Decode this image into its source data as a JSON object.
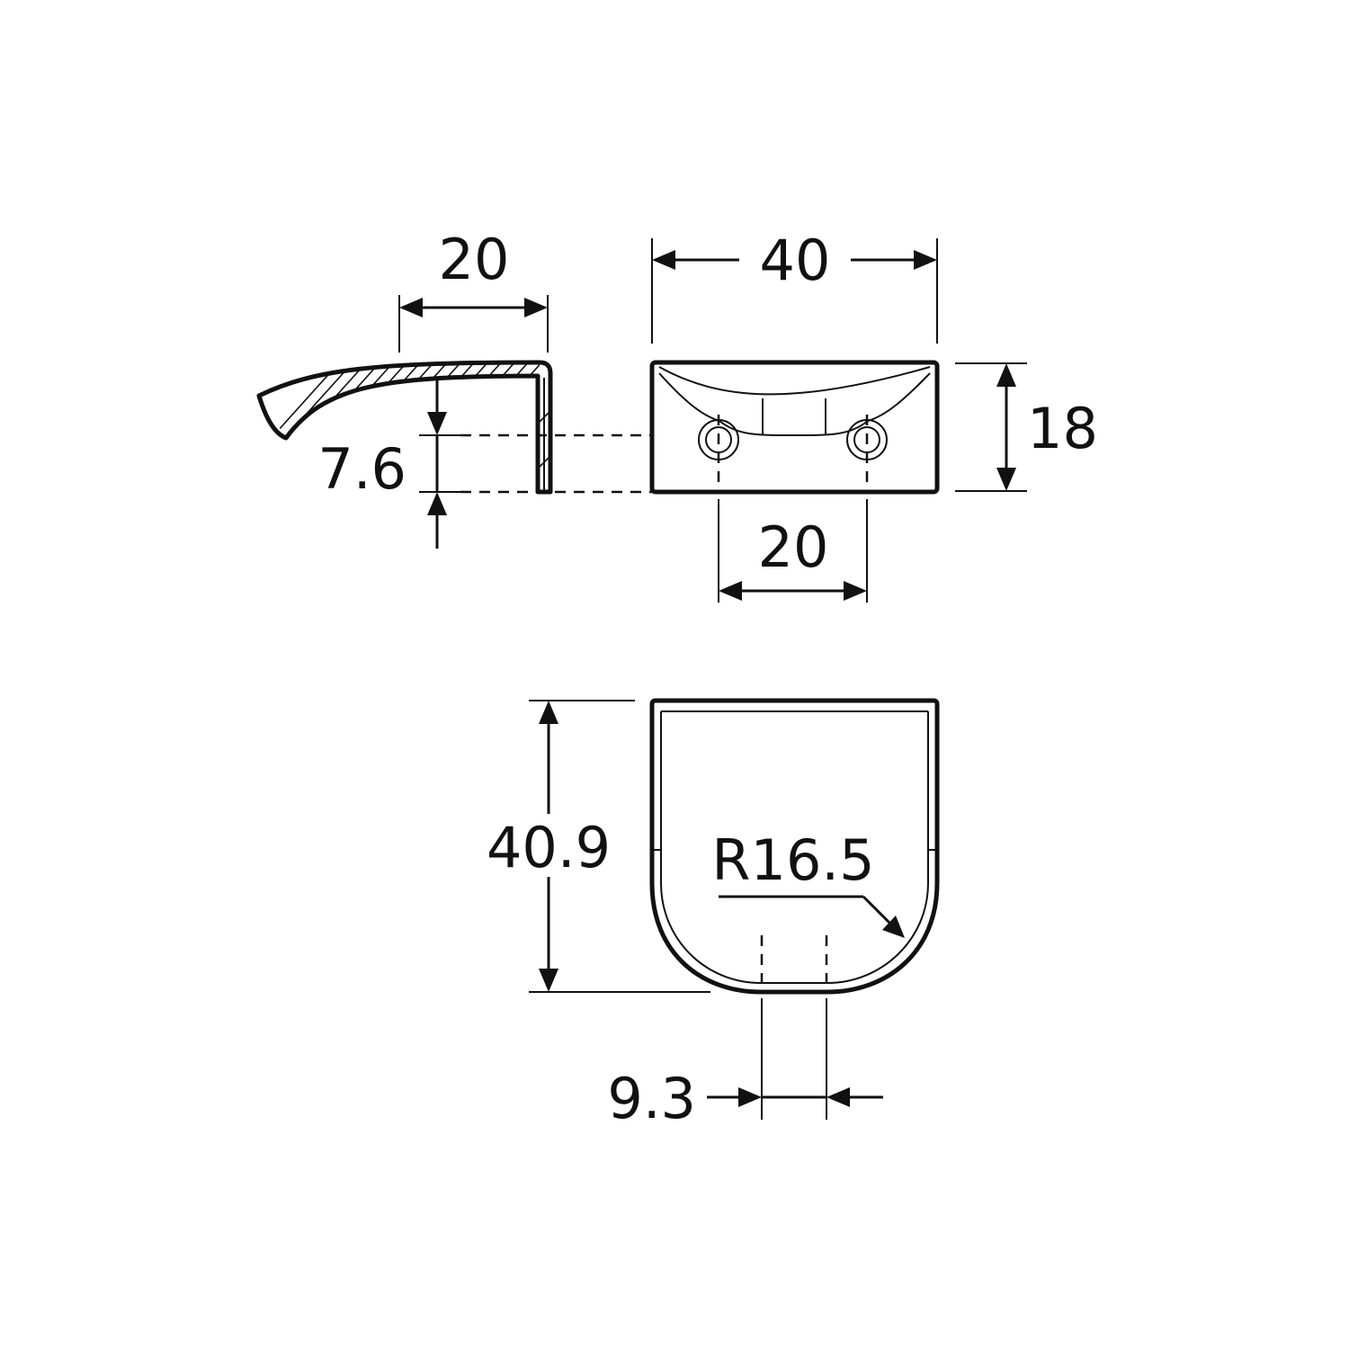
{
  "drawing": {
    "dimensions": {
      "side_width": "20",
      "side_offset": "7.6",
      "front_width": "40",
      "front_height": "18",
      "hole_spacing": "20",
      "top_depth": "40.9",
      "top_radius": "R16.5",
      "top_flat": "9.3"
    }
  }
}
